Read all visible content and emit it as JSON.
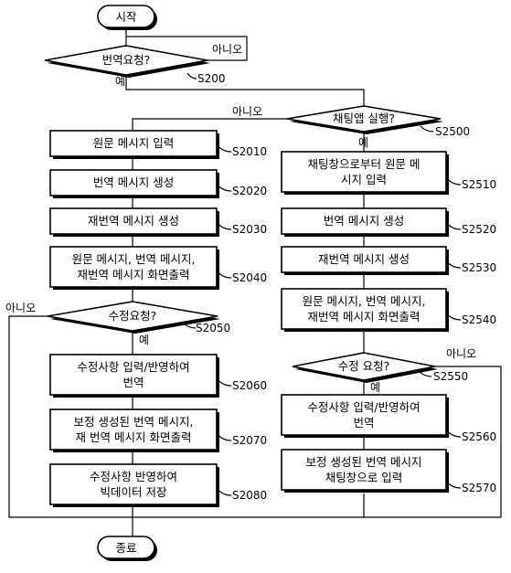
{
  "nodes": {
    "start": "시작",
    "end": "종료",
    "d_translate": "번역요청?",
    "d_chatapp": "채팅앱 실행?",
    "d_edit_left": "수정요청?",
    "d_edit_right": "수정 요청?",
    "s2010": "원문 메시지 입력",
    "s2020": "번역 메시지 생성",
    "s2030": "재번역 메시지 생성",
    "s2040": [
      "원문 메시지, 번역 메시지,",
      "재번역 메시지 화면출력"
    ],
    "s2060": [
      "수정사항 입력/반영하여",
      "번역"
    ],
    "s2070": [
      "보정 생성된 번역 메시지,",
      "재 번역 메시지 화면출력"
    ],
    "s2080": [
      "수정사항 반영하여",
      "빅데이터 저장"
    ],
    "s2510": [
      "채팅창으로부터 원문 메",
      "시지 입력"
    ],
    "s2520": "번역 메시지 생성",
    "s2530": "재번역 메시지 생성",
    "s2540": [
      "원문 메시지, 번역 메시지,",
      "재번역 메시지 화면출력"
    ],
    "s2560": [
      "수정사항 입력/반영하여",
      "번역"
    ],
    "s2570": [
      "보정 생성된 번역 메시지",
      "채팅창으로 입력"
    ]
  },
  "steps": {
    "s200": "S200",
    "s2500": "S2500",
    "s2010": "S2010",
    "s2020": "S2020",
    "s2030": "S2030",
    "s2040": "S2040",
    "s2050": "S2050",
    "s2060": "S2060",
    "s2070": "S2070",
    "s2080": "S2080",
    "s2510": "S2510",
    "s2520": "S2520",
    "s2530": "S2530",
    "s2540": "S2540",
    "s2550": "S2550",
    "s2560": "S2560",
    "s2570": "S2570"
  },
  "labels": {
    "yes": "예",
    "no": "아니오"
  }
}
